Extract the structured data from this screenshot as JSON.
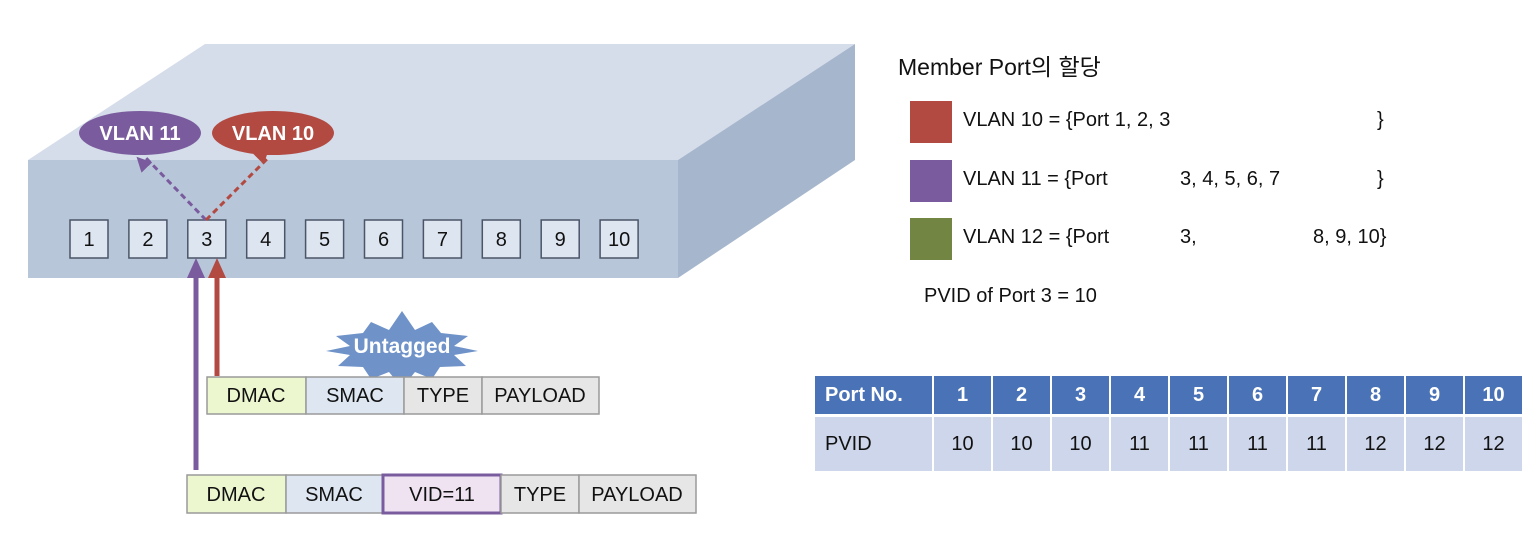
{
  "switch": {
    "ports": [
      "1",
      "2",
      "3",
      "4",
      "5",
      "6",
      "7",
      "8",
      "9",
      "10"
    ],
    "vlan_bubbles": [
      {
        "label": "VLAN 11",
        "color": "#7a5c9e"
      },
      {
        "label": "VLAN 10",
        "color": "#b24a42"
      }
    ]
  },
  "untagged_badge": "Untagged",
  "untagged_frame": [
    "DMAC",
    "SMAC",
    "TYPE",
    "PAYLOAD"
  ],
  "tagged_frame": [
    "DMAC",
    "SMAC",
    "VID=11",
    "TYPE",
    "PAYLOAD"
  ],
  "legend": {
    "title": "Member Port의 할당",
    "rows": [
      {
        "color": "#b24a42",
        "prefix": "VLAN 10 = {Port 1, 2, 3",
        "middle": "",
        "tail": "}"
      },
      {
        "color": "#7a5c9e",
        "prefix": "VLAN 11 = {Port",
        "middle": "3, 4, 5, 6, 7",
        "tail": "}"
      },
      {
        "color": "#728543",
        "prefix": "VLAN 12 = {Port",
        "middle": "3,",
        "tail": "8, 9, 10}"
      }
    ],
    "pvid_note": "PVID of Port 3 = 10"
  },
  "pvid_table": {
    "header_label": "Port No.",
    "row_label": "PVID",
    "ports": [
      "1",
      "2",
      "3",
      "4",
      "5",
      "6",
      "7",
      "8",
      "9",
      "10"
    ],
    "pvids": [
      "10",
      "10",
      "10",
      "11",
      "11",
      "11",
      "11",
      "12",
      "12",
      "12"
    ]
  }
}
